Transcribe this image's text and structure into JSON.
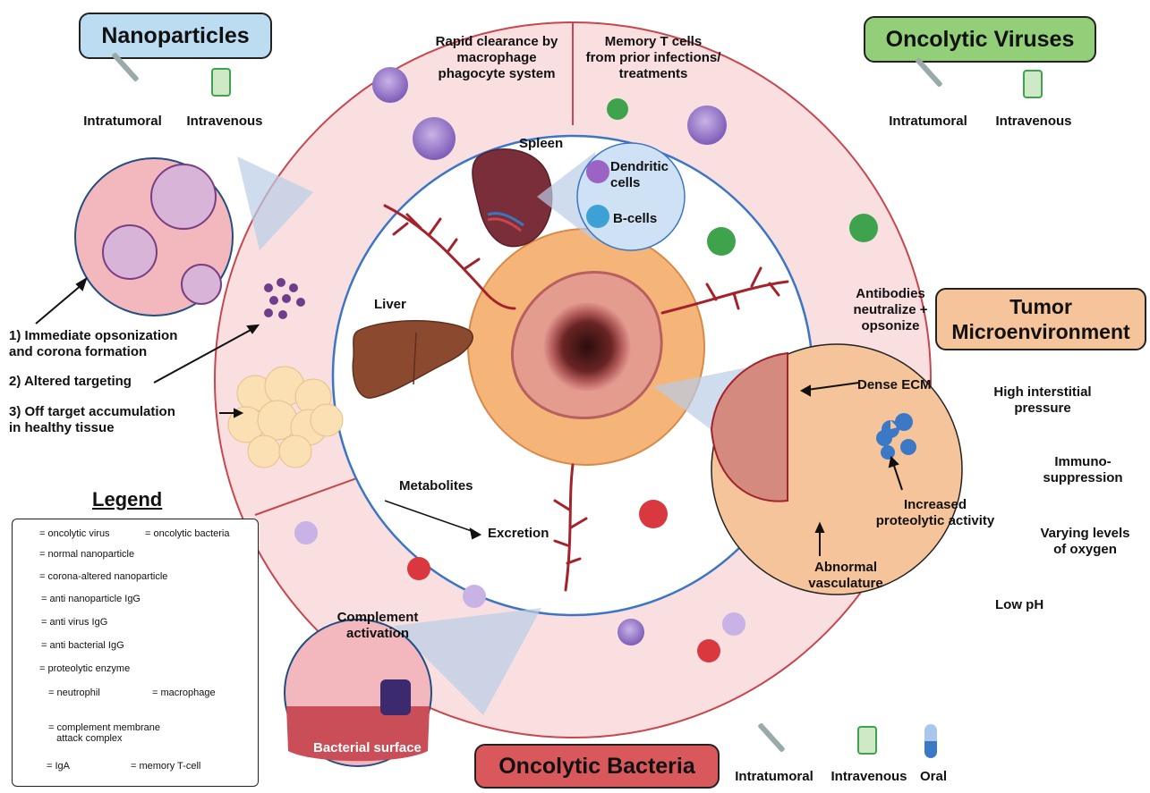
{
  "headers": {
    "nanoparticles": "Nanoparticles",
    "oncolytic_viruses": "Oncolytic Viruses",
    "tumor_microenvironment": "Tumor\nMicroenvironment",
    "oncolytic_bacteria": "Oncolytic Bacteria"
  },
  "routes": {
    "nano": [
      "Intratumoral",
      "Intravenous"
    ],
    "virus": [
      "Intratumoral",
      "Intravenous"
    ],
    "bacteria": [
      "Intratumoral",
      "Intravenous",
      "Oral"
    ]
  },
  "ring_labels": {
    "rapid_clearance": "Rapid clearance by\nmacrophage\nphagocyte system",
    "memory_t_cells": "Memory T cells\nfrom prior infections/\ntreatments",
    "antibodies": "Antibodies\nneutralize +\nopsonize"
  },
  "inner_labels": {
    "spleen": "Spleen",
    "dendritic": "Dendritic\ncells",
    "bcells": "B-cells",
    "liver": "Liver",
    "metabolites": "Metabolites",
    "excretion": "Excretion"
  },
  "nano_steps": {
    "step1": "1) Immediate opsonization\nand corona formation",
    "step2": "2) Altered targeting",
    "step3": "3) Off target accumulation\nin healthy tissue"
  },
  "tme": {
    "dense_ecm": "Dense ECM",
    "proteolytic": "Increased\nproteolytic activity",
    "abnormal": "Abnormal\nvasculature",
    "features": [
      "High interstitial\npressure",
      "Immuno-\nsuppression",
      "Varying levels\nof oxygen",
      "Low pH"
    ]
  },
  "bacteria_zoom": {
    "complement": "Complement\nactivation",
    "surface": "Bacterial surface"
  },
  "legend": {
    "title": "Legend",
    "items": {
      "virus": "= oncolytic virus",
      "bacteria": "= oncolytic bacteria",
      "normal_np": "= normal nanoparticle",
      "corona_np": "= corona-altered nanoparticle",
      "anti_np": "= anti nanoparticle IgG",
      "anti_virus": "= anti virus IgG",
      "anti_bact": "= anti bacterial IgG",
      "enzyme": "= proteolytic enzyme",
      "neutrophil": "= neutrophil",
      "macrophage": "= macrophage",
      "mac": "= complement membrane\n   attack complex",
      "iga": "= IgA",
      "memory_t": "= memory T-cell"
    }
  },
  "colors": {
    "ring_fill": "#f9dfe0",
    "ring_stroke": "#c8464e",
    "inner_stroke": "#3a76c4",
    "tumor_orange": "#f5b478",
    "nano_header": "#bcdcf2",
    "virus_header": "#93cf78",
    "tme_header": "#f6c49a",
    "bacteria_header": "#d9585c",
    "vessel": "#a3222b",
    "enzyme": "#3b78c6"
  }
}
